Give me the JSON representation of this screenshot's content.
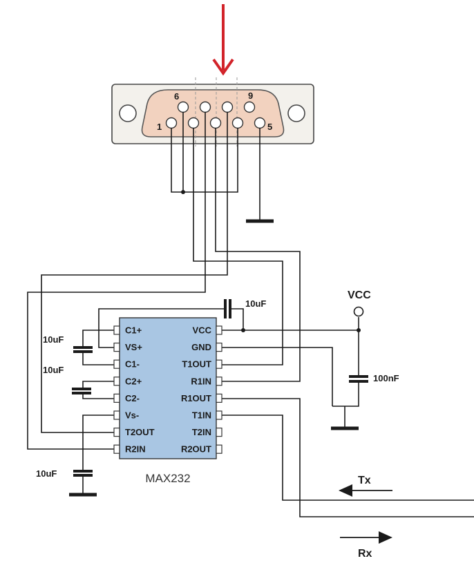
{
  "colors": {
    "arrow": "#d2232a",
    "connector_body": "#f3f1ec",
    "connector_face": "#f2d2bf",
    "chip_body": "#a9c6e3",
    "wire": "#1a1a1a",
    "pin_fill": "#ffffff"
  },
  "connector": {
    "pin_labels": {
      "p6": "6",
      "p9": "9",
      "p1": "1",
      "p5": "5"
    }
  },
  "chip": {
    "name": "MAX232",
    "left_pins": [
      "C1+",
      "VS+",
      "C1-",
      "C2+",
      "C2-",
      "Vs-",
      "T2OUT",
      "R2IN"
    ],
    "right_pins": [
      "VCC",
      "GND",
      "T1OUT",
      "R1IN",
      "R1OUT",
      "T1IN",
      "T2IN",
      "R2OUT"
    ]
  },
  "labels": {
    "cap_top": "10uF",
    "cap_c1": "10uF",
    "cap_c2": "10uF",
    "cap_vs": "10uF",
    "cap_vcc": "100nF",
    "vcc": "VCC",
    "tx": "Tx",
    "rx": "Rx"
  }
}
